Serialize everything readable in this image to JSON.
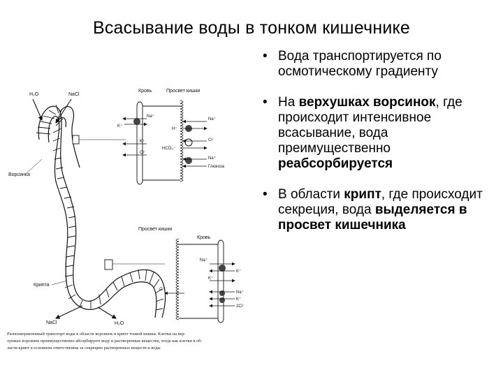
{
  "slide": {
    "title": "Всасывание воды в тонком кишечнике",
    "bullets": [
      {
        "parts": [
          {
            "text": "Вода транспортируется по осмотическому градиенту",
            "bold": false
          }
        ]
      },
      {
        "parts": [
          {
            "text": "На ",
            "bold": false
          },
          {
            "text": "верхушках ворсинок",
            "bold": true
          },
          {
            "text": ", где происходит интенсивное всасывание, вода преимущественно ",
            "bold": false
          },
          {
            "text": "реабсорбируется",
            "bold": true
          }
        ]
      },
      {
        "parts": [
          {
            "text": "В области ",
            "bold": false
          },
          {
            "text": "крипт",
            "bold": true
          },
          {
            "text": ", где происходит секреция, вода ",
            "bold": false
          },
          {
            "text": "выделяется в просвет кишечника",
            "bold": true
          }
        ]
      }
    ]
  },
  "figure": {
    "labels": {
      "h2o_top": "H₂O",
      "nacl_top": "NaCl",
      "villus": "Ворсинка",
      "crypt": "Крипта",
      "nacl_bottom": "NaCl",
      "h2o_bottom": "H₂O",
      "blood_top": "Кровь",
      "lumen_top": "Просвет кишки",
      "lumen_bottom": "Просвет кишки",
      "blood_bottom": "Кровь",
      "na_top_left": "Na⁺",
      "k_top_left": "K⁺",
      "k_top_left2": "K⁺",
      "cl_top_left": "Cl⁻",
      "na_top_right": "Na⁺",
      "h_top": "H⁺",
      "cl_top_right": "Cl⁻",
      "hco3": "HCO₃⁻",
      "na_top_right2": "Na⁺",
      "glucose": "Глюкоза",
      "na_bottom": "Na⁺",
      "k_bottom": "K⁺",
      "k_bottom2": "K⁺",
      "cl_bottom": "Cl⁻",
      "na_bottom2": "Na⁺",
      "k_bottom3": "K⁺",
      "two_cl": "2Cl⁻"
    },
    "caption_lines": [
      "Разнонаправленный транспорт воды в области ворсинок и крипт тонкой кишки. Клетки на вер-",
      "хушках ворсинок преимущественно абсорбируют воду и растворенные вещества, тогда как клетки в об-",
      "ласти крипт в основном ответственны за секрецию растворенных веществ и воды"
    ]
  }
}
